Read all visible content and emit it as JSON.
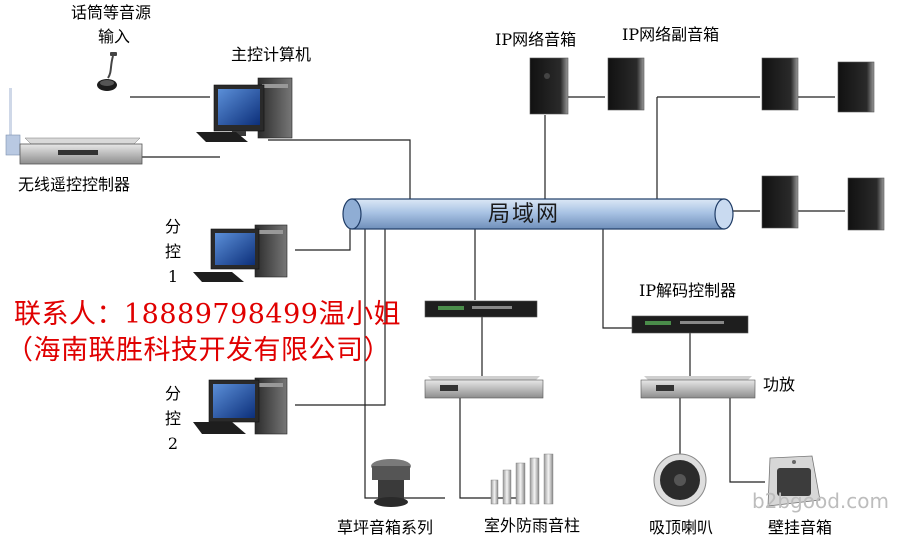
{
  "diagram": {
    "lan_label": "局域网",
    "labels": {
      "audio_source_line1": "话筒等音源",
      "audio_source_line2": "输入",
      "main_pc": "主控计算机",
      "wireless_remote": "无线遥控控制器",
      "sub1": [
        "分",
        "控",
        "1"
      ],
      "sub2": [
        "分",
        "控",
        "2"
      ],
      "ip_speaker": "IP网络音箱",
      "ip_sub_speaker": "IP网络副音箱",
      "ip_decoder": "IP解码控制器",
      "amplifier": "功放",
      "lawn_speaker": "草坪音箱系列",
      "outdoor_column": "室外防雨音柱",
      "ceiling_speaker": "吸顶喇叭",
      "wall_speaker": "壁挂音箱"
    },
    "contact_line1": "联系人：18889798499温小姐",
    "contact_line2": "（海南联胜科技开发有限公司）",
    "watermark": "b2bgood.com"
  }
}
